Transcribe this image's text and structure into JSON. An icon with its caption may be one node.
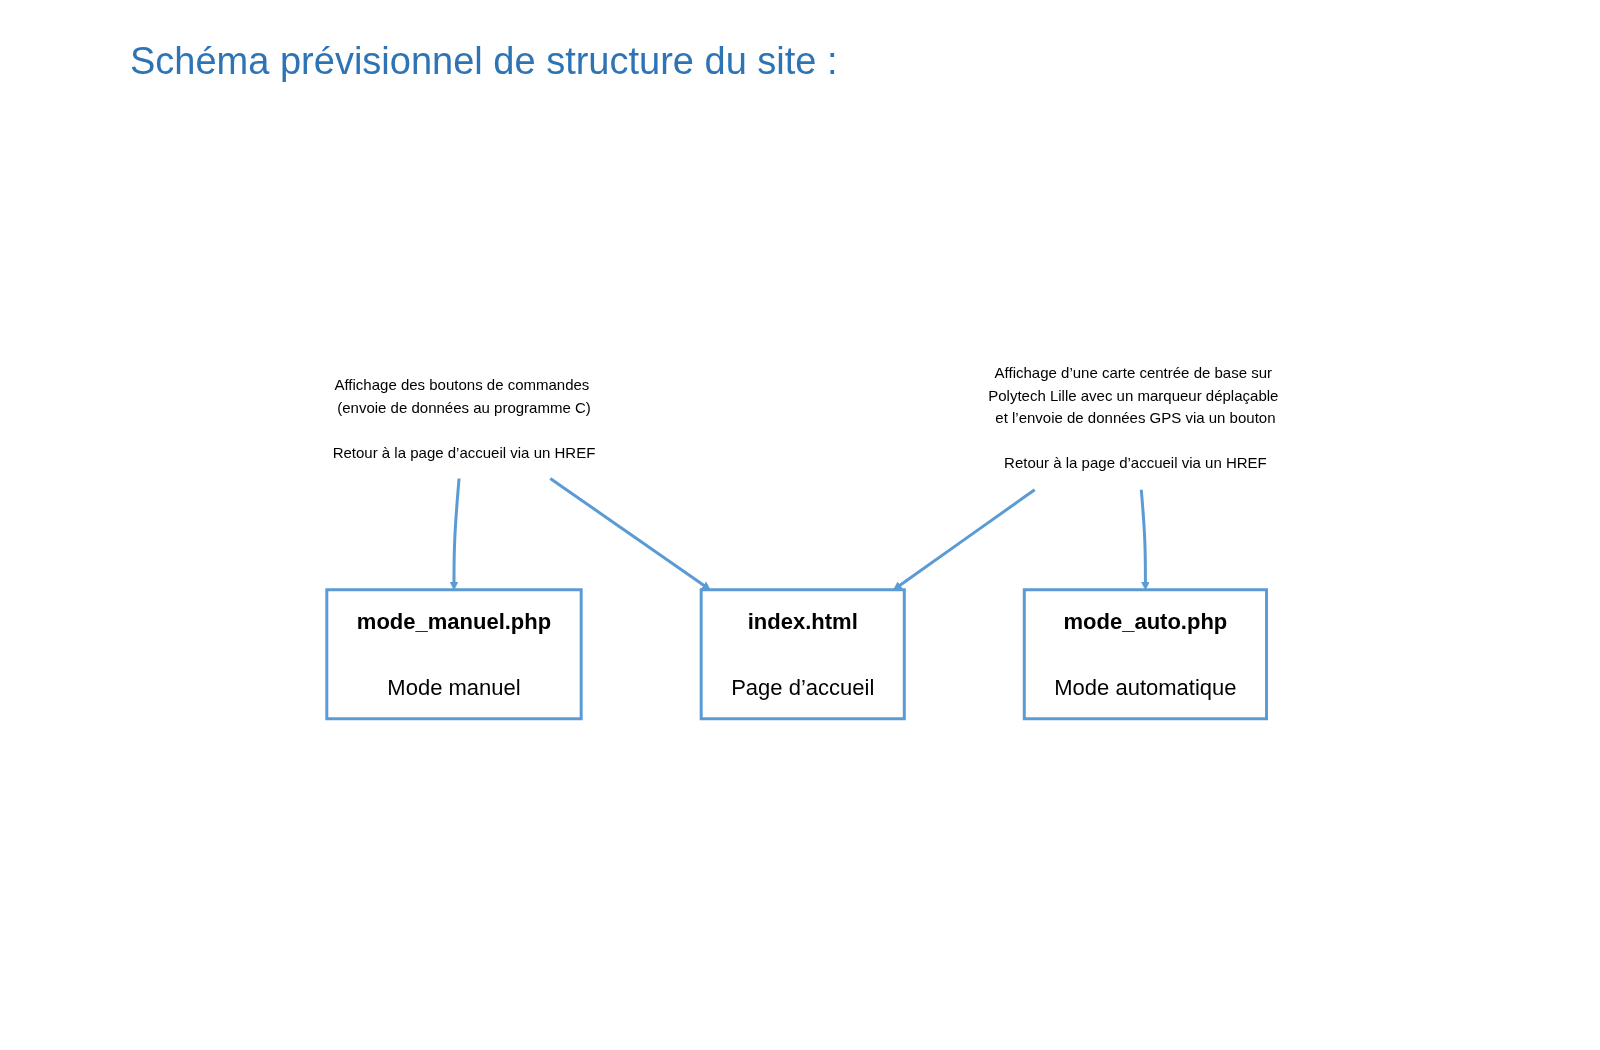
{
  "diagram": {
    "title": "Schéma prévisionnel de structure du site :",
    "nodes": [
      {
        "text": [
          "mode_manuel.php",
          "Mode manuel"
        ]
      },
      {
        "text": [
          "mode_auto.php",
          "Mode automatique"
        ]
      },
      {
        "text": [
          "Affichage des boutons de commandes (envoie de données au programme C)",
          "Retour à la page d’accueil via un HREF"
        ]
      },
      {
        "text": [
          "Affichage d’une carte centrée de base sur Polytech Lille avec un marqueur déplaçable et l’envoie de données GPS via un bouton",
          "Retour à la page d’accueil via un HREF"
        ]
      },
      {
        "text": [
          "index.html",
          "Page d’accueil"
        ]
      }
    ],
    "edges": [
      {
        "from": 2,
        "to": 0,
        "arrow": "to"
      },
      {
        "from": 2,
        "to": 4,
        "arrow": "to"
      },
      {
        "from": 3,
        "to": 1,
        "arrow": "to"
      },
      {
        "from": 3,
        "to": 4,
        "arrow": "to"
      }
    ]
  }
}
